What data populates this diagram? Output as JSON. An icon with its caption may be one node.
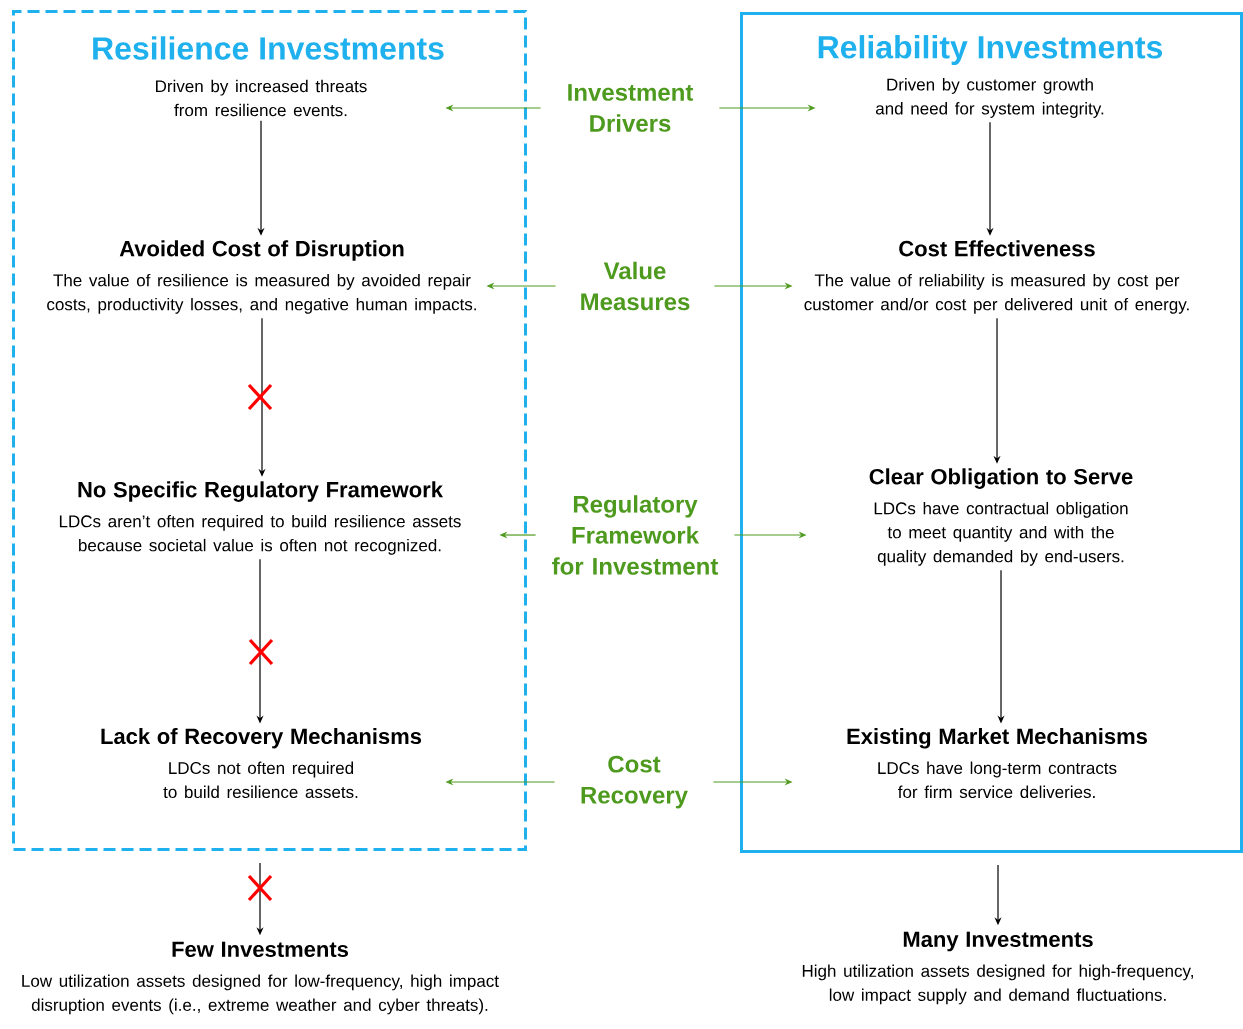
{
  "diagram": {
    "nodes": [
      {
        "text": [
          "Resilience Investments"
        ]
      },
      {
        "text": [
          "Reliability Investments"
        ]
      },
      {
        "text": [
          "Driven by increased threats from resilience events."
        ],
        "in": 0
      },
      {
        "text": [
          "Avoided Cost of Disruption",
          "The value of resilience is measured by avoided repair costs, productivity losses, and negative human impacts."
        ],
        "in": 0
      },
      {
        "text": [
          "No Specific Regulatory Framework",
          "LDCs aren’t often required to build resilience assets because societal value is often not recognized."
        ],
        "in": 0
      },
      {
        "text": [
          "Lack of Recovery Mechanisms",
          "LDCs not often required to build resilience assets."
        ],
        "in": 0
      },
      {
        "text": [
          "Driven by customer growth and need for system integrity."
        ],
        "in": 1
      },
      {
        "text": [
          "Cost Effectiveness",
          "The value of reliability is measured by cost per customer and/or cost per delivered unit of energy."
        ],
        "in": 1
      },
      {
        "text": [
          "Clear Obligation to Serve",
          "LDCs have contractual obligation to meet quantity and with the quality demanded by end-users."
        ],
        "in": 1
      },
      {
        "text": [
          "Existing Market Mechanisms",
          "LDCs have long-term contracts for firm service deliveries."
        ],
        "in": 1
      },
      {
        "text": [
          "Investment Drivers"
        ]
      },
      {
        "text": [
          "Value Measures"
        ]
      },
      {
        "text": [
          "Regulatory Framework for Investment"
        ]
      },
      {
        "text": [
          "Cost Recovery"
        ]
      },
      {
        "text": [
          "Few Investments",
          "Low utilization assets designed for low-frequency, high impact disruption events (i.e., extreme weather and cyber threats)."
        ]
      },
      {
        "text": [
          "Many Investments",
          "High utilization assets designed for high-frequency, low impact supply and demand fluctuations."
        ]
      }
    ],
    "edges": [
      {
        "from": 2,
        "to": 3,
        "arrow": "to"
      },
      {
        "from": 3,
        "to": 4,
        "arrow": "to"
      },
      {
        "from": 4,
        "to": 5,
        "arrow": "to"
      },
      {
        "from": 0,
        "to": 14,
        "arrow": "to"
      },
      {
        "from": 6,
        "to": 7,
        "arrow": "to"
      },
      {
        "from": 7,
        "to": 8,
        "arrow": "to"
      },
      {
        "from": 8,
        "to": 9,
        "arrow": "to"
      },
      {
        "from": 1,
        "to": 15,
        "arrow": "to"
      },
      {
        "from": 10,
        "to": 2,
        "arrow": "to",
        "color": "#4e9a1e"
      },
      {
        "from": 10,
        "to": 6,
        "arrow": "to",
        "color": "#4e9a1e"
      },
      {
        "from": 11,
        "to": 3,
        "arrow": "to",
        "color": "#4e9a1e"
      },
      {
        "from": 11,
        "to": 7,
        "arrow": "to",
        "color": "#4e9a1e"
      },
      {
        "from": 12,
        "to": 4,
        "arrow": "to",
        "color": "#4e9a1e"
      },
      {
        "from": 12,
        "to": 8,
        "arrow": "to",
        "color": "#4e9a1e"
      },
      {
        "from": 13,
        "to": 5,
        "arrow": "to",
        "color": "#4e9a1e"
      },
      {
        "from": 13,
        "to": 9,
        "arrow": "to",
        "color": "#4e9a1e"
      }
    ]
  }
}
